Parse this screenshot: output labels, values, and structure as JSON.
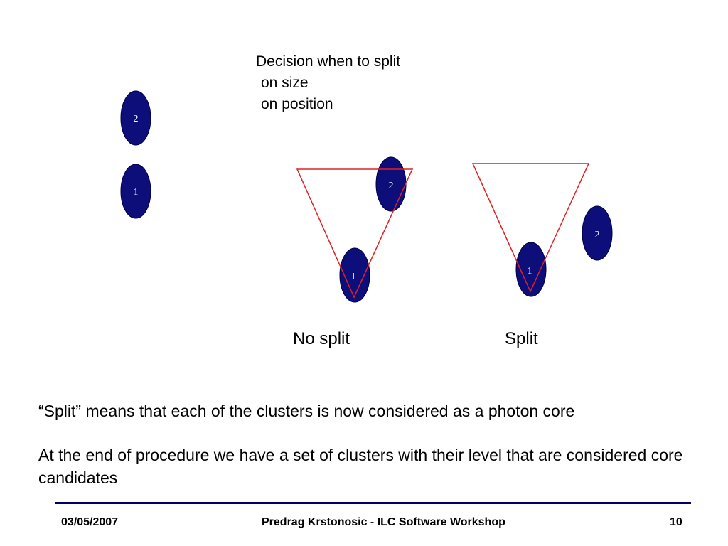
{
  "heading": {
    "title": "Decision when to split",
    "items": [
      "on size",
      "on position"
    ]
  },
  "diagram": {
    "node_fill": "#0e0e7a",
    "node_stroke": "#000044",
    "cone_color": "#e02020",
    "left_pair": {
      "top_label": "2",
      "bottom_label": "1"
    },
    "no_split": {
      "top_label": "2",
      "bottom_label": "1",
      "caption": "No split"
    },
    "split": {
      "top_label": "2",
      "bottom_label": "1",
      "caption": "Split"
    }
  },
  "body": {
    "line1": "“Split” means that each of the clusters is now considered as a photon core",
    "line2": "At the end of procedure we have a set of clusters with their level that  are considered core candidates"
  },
  "footer": {
    "date": "03/05/2007",
    "title": "Predrag Krstonosic - ILC Software Workshop",
    "page": "10",
    "rule_color": "#000066"
  }
}
